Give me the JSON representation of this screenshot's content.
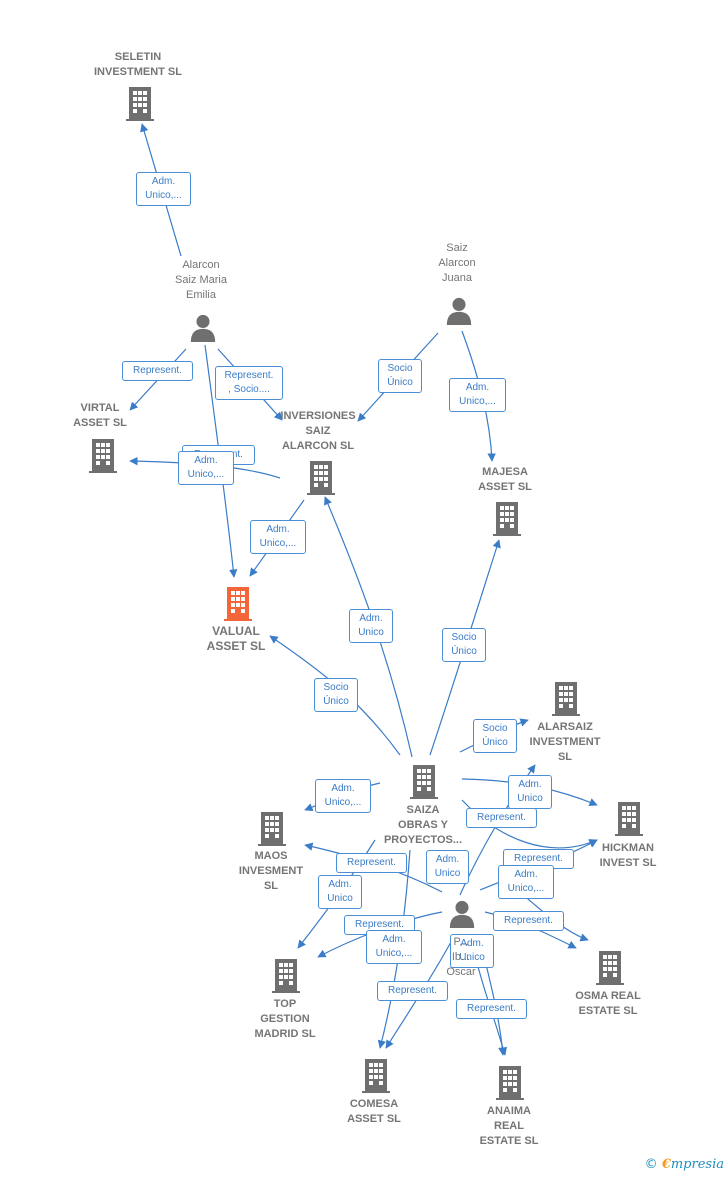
{
  "nodes": [
    {
      "id": "seletin",
      "kind": "company",
      "label": "SELETIN\nINVESTMENT SL",
      "color": "#6f6f6f"
    },
    {
      "id": "alarcon_maria",
      "kind": "person",
      "label": "Alarcon\nSaiz Maria\nEmilia",
      "color": "#6f6f6f"
    },
    {
      "id": "saiz_juana",
      "kind": "person",
      "label": "Saiz\nAlarcon\nJuana",
      "color": "#6f6f6f"
    },
    {
      "id": "virtal",
      "kind": "company",
      "label": "VIRTAL\nASSET  SL",
      "color": "#6f6f6f"
    },
    {
      "id": "inversiones",
      "kind": "company",
      "label": "INVERSIONES\nSAIZ\nALARCON SL",
      "color": "#6f6f6f"
    },
    {
      "id": "majesa",
      "kind": "company",
      "label": "MAJESA\nASSET  SL",
      "color": "#6f6f6f"
    },
    {
      "id": "valual",
      "kind": "company",
      "label": "VALUAL\nASSET  SL",
      "color": "#f4663a",
      "highlight": true
    },
    {
      "id": "alarsaiz",
      "kind": "company",
      "label": "ALARSAIZ\nINVESTMENT\nSL",
      "color": "#6f6f6f"
    },
    {
      "id": "saiza",
      "kind": "company",
      "label": "SAIZA\nOBRAS Y\nPROYECTOS...",
      "color": "#6f6f6f"
    },
    {
      "id": "maos",
      "kind": "company",
      "label": "MAOS\nINVESMENT\nSL",
      "color": "#6f6f6f"
    },
    {
      "id": "hickman",
      "kind": "company",
      "label": "HICKMAN\nINVEST  SL",
      "color": "#6f6f6f"
    },
    {
      "id": "person_oscar",
      "kind": "person",
      "label": "P...\nIb...\nOscar",
      "color": "#6f6f6f"
    },
    {
      "id": "top_gestion",
      "kind": "company",
      "label": "TOP\nGESTION\nMADRID  SL",
      "color": "#6f6f6f"
    },
    {
      "id": "osma",
      "kind": "company",
      "label": "OSMA REAL\nESTATE  SL",
      "color": "#6f6f6f"
    },
    {
      "id": "comesa",
      "kind": "company",
      "label": "COMESA\nASSET  SL",
      "color": "#6f6f6f"
    },
    {
      "id": "anaima",
      "kind": "company",
      "label": "ANAIMA\nREAL\nESTATE  SL",
      "color": "#6f6f6f"
    }
  ],
  "edges": [
    {
      "id": "e1",
      "label": "Adm.\nUnico,..."
    },
    {
      "id": "e2",
      "label": "Represent."
    },
    {
      "id": "e3",
      "label": "Represent.\n, Socio...."
    },
    {
      "id": "e4",
      "label": "Represent."
    },
    {
      "id": "e5",
      "label": "Adm.\nUnico,..."
    },
    {
      "id": "e6",
      "label": "Socio\nÚnico"
    },
    {
      "id": "e7",
      "label": "Adm.\nUnico,..."
    },
    {
      "id": "e8",
      "label": "Adm.\nUnico,..."
    },
    {
      "id": "e9",
      "label": "Adm.\nUnico"
    },
    {
      "id": "e10",
      "label": "Socio\nÚnico"
    },
    {
      "id": "e11",
      "label": "Socio\nÚnico"
    },
    {
      "id": "e12",
      "label": "Socio\nÚnico"
    },
    {
      "id": "e13",
      "label": "Adm.\nUnico"
    },
    {
      "id": "e14",
      "label": "Adm.\nUnico,..."
    },
    {
      "id": "e15",
      "label": "Represent."
    },
    {
      "id": "e16",
      "label": "Represent."
    },
    {
      "id": "e17",
      "label": "Adm.\nUnico"
    },
    {
      "id": "e18",
      "label": "Represent."
    },
    {
      "id": "e19",
      "label": "Adm.\nUnico"
    },
    {
      "id": "e20",
      "label": "Adm.\nUnico,..."
    },
    {
      "id": "e21",
      "label": "Represent."
    },
    {
      "id": "e22",
      "label": "Represent."
    },
    {
      "id": "e23",
      "label": "Adm.\nUnico,..."
    },
    {
      "id": "e24",
      "label": "Adm.\nUnico"
    },
    {
      "id": "e25",
      "label": "Represent."
    },
    {
      "id": "e26",
      "label": "Represent."
    }
  ],
  "colors": {
    "edge": "#3a7cc8",
    "node": "#6f6f6f",
    "highlight": "#f4663a"
  },
  "brand": {
    "copyright": "©",
    "name_first": "€",
    "name_rest": "mpresia"
  }
}
